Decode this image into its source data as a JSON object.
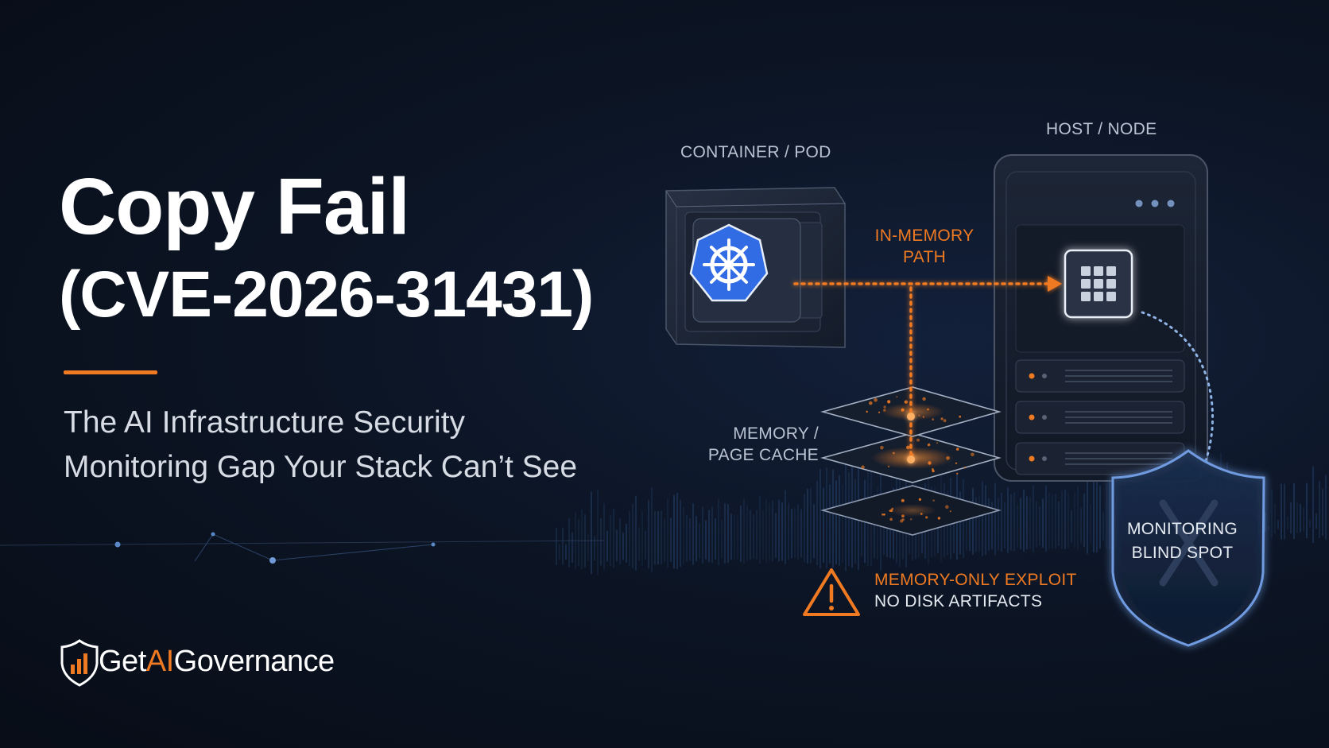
{
  "hero": {
    "title_line1": "Copy Fail",
    "title_line2": "(CVE-2026-31431)",
    "subtitle_line1": "The AI Infrastructure Security",
    "subtitle_line2": "Monitoring Gap Your Stack Can’t See"
  },
  "diagram": {
    "container_label": "CONTAINER / POD",
    "host_label": "HOST / NODE",
    "path_label_line1": "IN-MEMORY",
    "path_label_line2": "PATH",
    "memory_label_line1": "MEMORY /",
    "memory_label_line2": "PAGE CACHE",
    "exploit_label": "MEMORY-ONLY EXPLOIT",
    "no_disk_label": "NO DISK ARTIFACTS",
    "blind_spot_line1": "MONITORING",
    "blind_spot_line2": "BLIND SPOT"
  },
  "brand": {
    "name_prefix": "Get",
    "name_highlight": "AI",
    "name_suffix": "Governance"
  },
  "colors": {
    "accent": "#f07a22",
    "background": "#0a111d",
    "kubernetes_blue": "#326ce5",
    "shield_glow": "#5a8fd8"
  },
  "icons": [
    "kubernetes-icon",
    "warning-icon",
    "shield-icon",
    "chip-icon",
    "brand-shield-logo"
  ]
}
